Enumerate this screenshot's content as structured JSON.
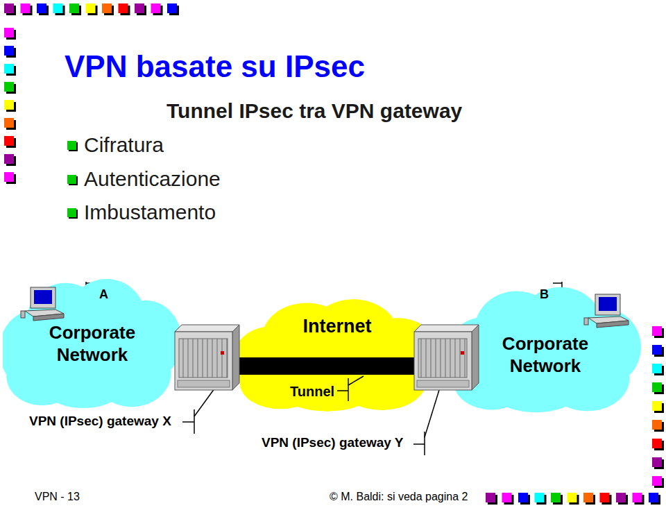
{
  "diagram": {
    "title": "VPN basate su IPsec",
    "nodes": [
      {
        "text": [
          "Corporate Network"
        ]
      },
      {
        "text": [
          "Internet"
        ]
      },
      {
        "text": [
          "Corporate Network"
        ]
      }
    ],
    "labels": [
      "Tunnel IPsec tra VPN gateway",
      "Cifratura",
      "Autenticazione",
      "Imbustamento",
      "A",
      "B",
      "Tunnel",
      "VPN (IPsec) gateway X",
      "VPN (IPsec) gateway Y",
      "VPN - 13",
      "© M. Baldi: si veda pagina 2"
    ]
  }
}
